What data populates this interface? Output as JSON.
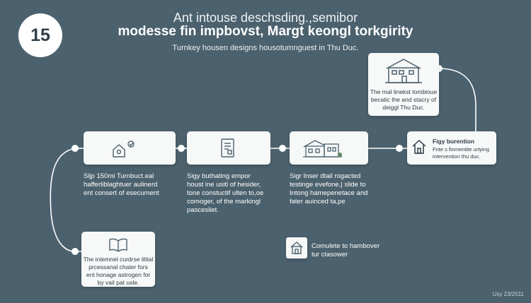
{
  "badge": {
    "number": "15"
  },
  "header": {
    "title_line1": "Ant intouse deschsding.,semibor",
    "title_line2": "modesse fin impbovst, Margt keongl torkgirity",
    "subtitle": "Turnkey housen designs housotumnguest in Thu Duc."
  },
  "steps": [
    {
      "icon": "person-house-icon",
      "text": [
        "Sljp 150mi Turnbuct.eal",
        "hafferliblaghtuer aulinerd",
        "ent consert of esecument"
      ]
    },
    {
      "icon": "document-icon",
      "text": [
        "Sigy buthating empor",
        "houst ine usitl of hesider,",
        "tone constuctif ulten to,oe",
        "comoger, of the markingl",
        "pascesliet."
      ]
    },
    {
      "icon": "house-rendering-icon",
      "text": [
        "Sigr Inser dtail rogacted",
        "testinge evefone,| slide to",
        "Intong hamepenetace and",
        "fater auinced ta,pe"
      ]
    },
    {
      "icon": "house-outline-icon",
      "title": "Figy burention",
      "text": [
        "Fnte s finmentite urtying",
        "intervention thu duc."
      ]
    }
  ],
  "top_card": {
    "icon": "two-story-house-icon",
    "text": [
      "The mal linekst tombioue",
      "becatic the and stacry of",
      "deiggl Thu Duc."
    ]
  },
  "bottom_card": {
    "icon": "open-book-icon",
    "text": [
      "The intemnel curdrse lilital",
      "prcessanal chater fors",
      "ent honage astrogen for",
      "by vail pat usle."
    ]
  },
  "handover": {
    "icon": "house-frame-icon",
    "text": [
      "Comulete to hambover",
      "tur clasower"
    ]
  },
  "footer": "Usy 23/2011",
  "colors": {
    "background": "#4b616d",
    "card": "#f7f8f8",
    "line": "#ffffff",
    "icon": "#4b616d"
  }
}
